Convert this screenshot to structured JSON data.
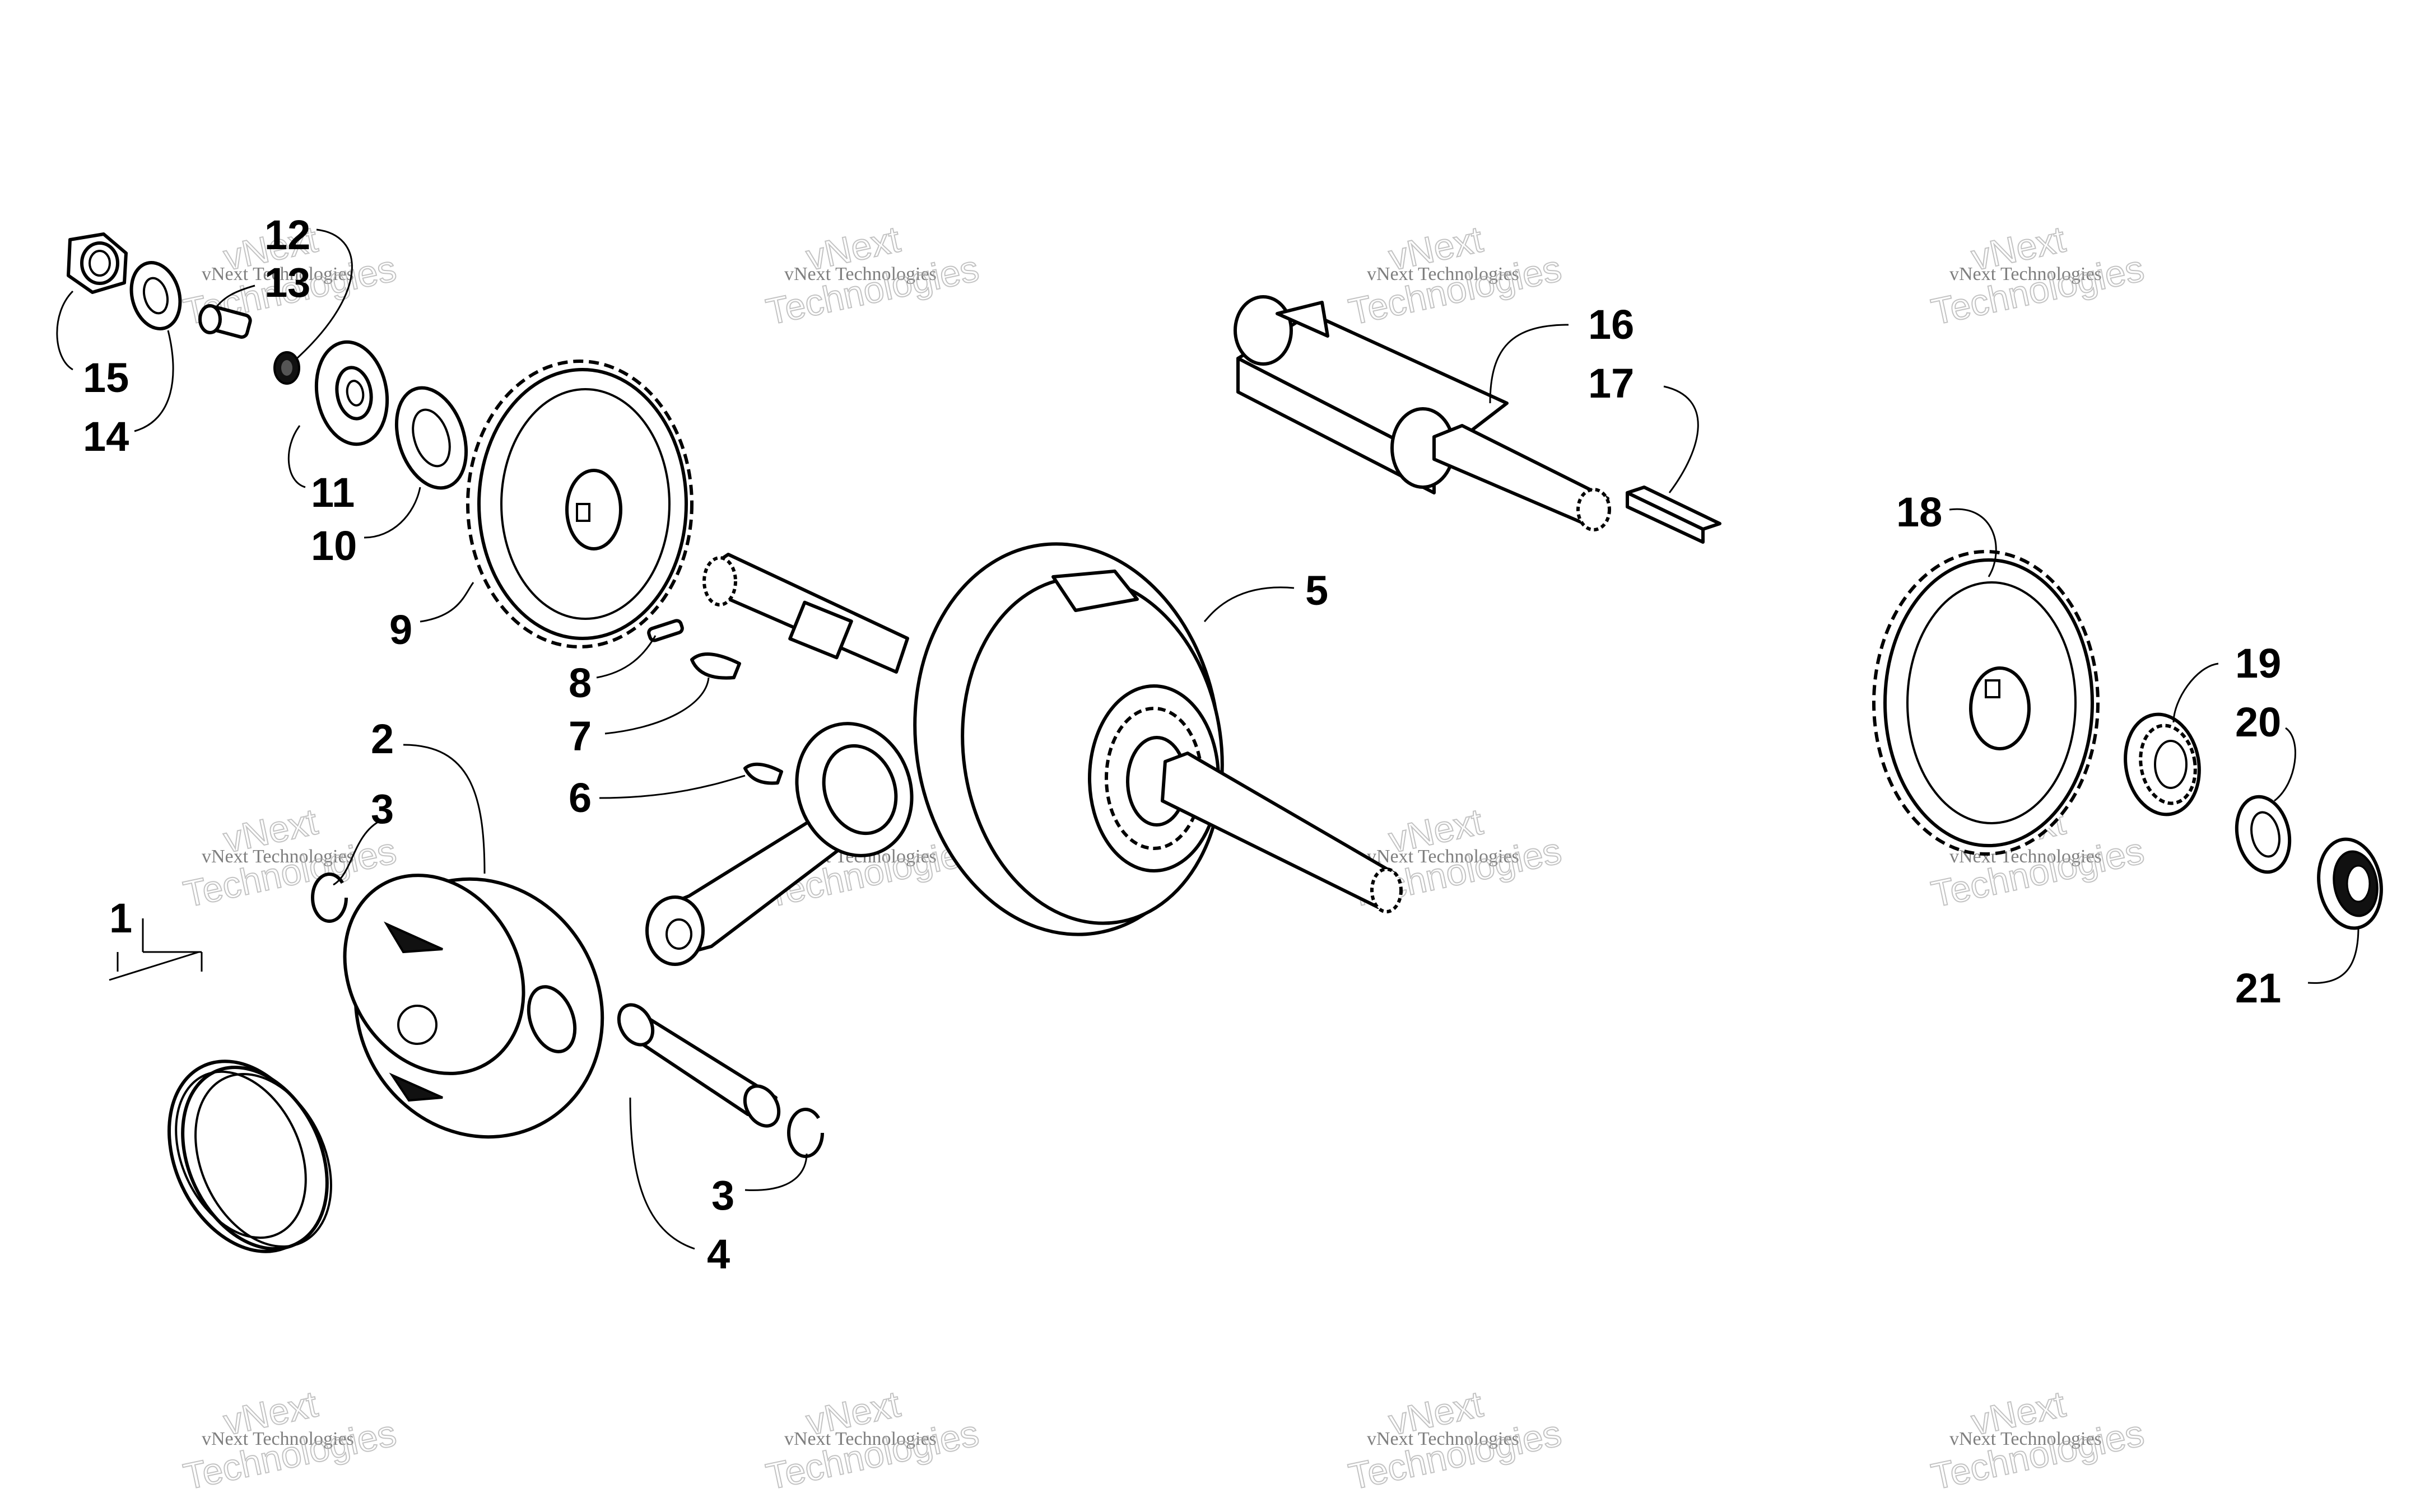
{
  "callouts": [
    {
      "id": "1",
      "label": "1"
    },
    {
      "id": "2",
      "label": "2"
    },
    {
      "id": "3a",
      "label": "3"
    },
    {
      "id": "3b",
      "label": "3"
    },
    {
      "id": "4",
      "label": "4"
    },
    {
      "id": "5",
      "label": "5"
    },
    {
      "id": "6",
      "label": "6"
    },
    {
      "id": "7",
      "label": "7"
    },
    {
      "id": "8",
      "label": "8"
    },
    {
      "id": "9",
      "label": "9"
    },
    {
      "id": "10",
      "label": "10"
    },
    {
      "id": "11",
      "label": "11"
    },
    {
      "id": "12",
      "label": "12"
    },
    {
      "id": "13",
      "label": "13"
    },
    {
      "id": "14",
      "label": "14"
    },
    {
      "id": "15",
      "label": "15"
    },
    {
      "id": "16",
      "label": "16"
    },
    {
      "id": "17",
      "label": "17"
    },
    {
      "id": "18",
      "label": "18"
    },
    {
      "id": "19",
      "label": "19"
    },
    {
      "id": "20",
      "label": "20"
    },
    {
      "id": "21",
      "label": "21"
    }
  ],
  "watermark": {
    "brand": "vNext",
    "word": "Technologies",
    "full": "vNext Technologies"
  },
  "colors": {
    "line": "#000000",
    "background": "#ffffff",
    "watermark": "#aaaaaa"
  }
}
